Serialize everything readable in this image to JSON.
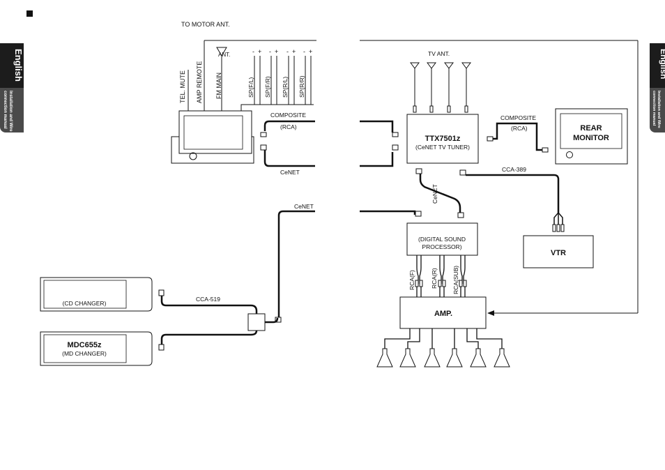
{
  "side_tab": {
    "language": "English",
    "subtitle": "Installation and Wire connection manual"
  },
  "labels": {
    "to_motor_ant": "TO MOTOR ANT.",
    "tel_mute": "TEL. MUTE",
    "amp_remote": "AMP REMOTE",
    "fm_main": "FM MAIN",
    "ant": "ANT.",
    "sp_fl": "SP(F/L)",
    "sp_fr": "SP(F/R)",
    "sp_rl": "SP(R/L)",
    "sp_rr": "SP(R/R)",
    "minus": "-",
    "plus": "+",
    "composite_left": "COMPOSITE",
    "rca_left": "(RCA)",
    "cenet_head": "CeNET",
    "cenet_chain": "CeNET",
    "tv_ant": "TV ANT.",
    "composite_right": "COMPOSITE",
    "rca_right": "(RCA)",
    "cenet_vertical": "CeNET",
    "cca_389": "CCA-389",
    "cca_519": "CCA-519",
    "rca_f": "RCA(F)",
    "rca_r": "RCA(R)",
    "rca_sub": "RCA(SUB)"
  },
  "devices": {
    "tuner_model": "TTX7501z",
    "tuner_desc": "(CeNET TV TUNER)",
    "rear_monitor_line1": "REAR",
    "rear_monitor_line2": "MONITOR",
    "dsp_line1": "(DIGITAL SOUND",
    "dsp_line2": "PROCESSOR)",
    "vtr": "VTR",
    "amp": "AMP.",
    "cd_changer": "(CD CHANGER)",
    "md_model": "MDC655z",
    "md_changer": "(MD CHANGER)"
  }
}
